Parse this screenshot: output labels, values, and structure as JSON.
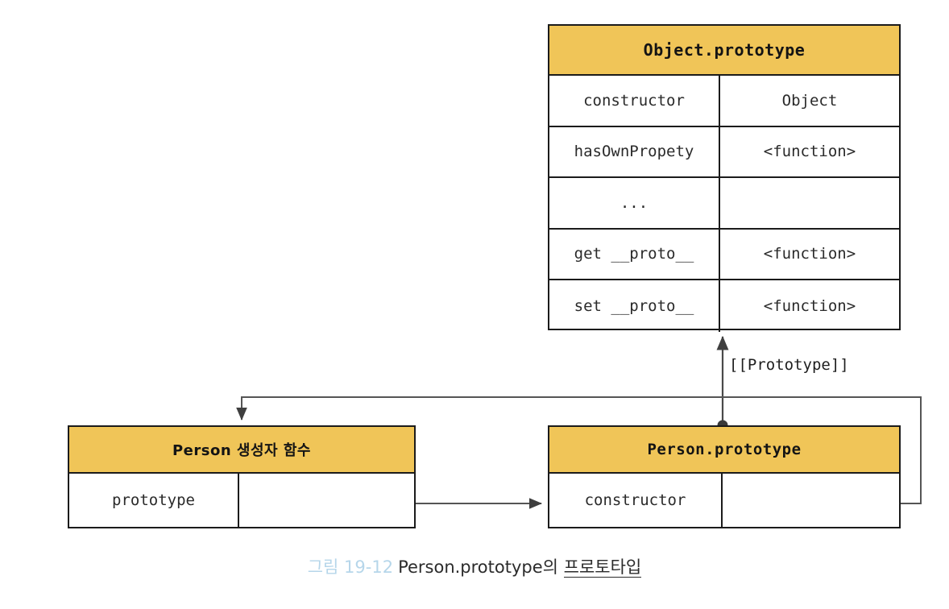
{
  "figure": {
    "caption_number": "그림 19-12",
    "caption_text_plain": "Person.prototype의 ",
    "caption_text_underlined": "프로토타입"
  },
  "object_prototype": {
    "title": "Object.prototype",
    "rows": [
      {
        "key": "constructor",
        "value": "Object"
      },
      {
        "key": "hasOwnPropety",
        "value": "<function>"
      },
      {
        "key": "...",
        "value": ""
      },
      {
        "key": "get __proto__",
        "value": "<function>"
      },
      {
        "key": "set __proto__",
        "value": "<function>"
      }
    ]
  },
  "person_constructor": {
    "title": "Person 생성자 함수",
    "rows": [
      {
        "key": "prototype",
        "value": ""
      }
    ]
  },
  "person_prototype": {
    "title": "Person.prototype",
    "rows": [
      {
        "key": "constructor",
        "value": ""
      }
    ]
  },
  "edges": {
    "prototype_link_label": "[[Prototype]]"
  },
  "colors": {
    "header_fill": "#f0c558",
    "border": "#1b1b1b",
    "wire": "#4a4a4a",
    "caption_number": "#b6d6ea",
    "text": "#2a2a2a",
    "background": "#ffffff"
  }
}
